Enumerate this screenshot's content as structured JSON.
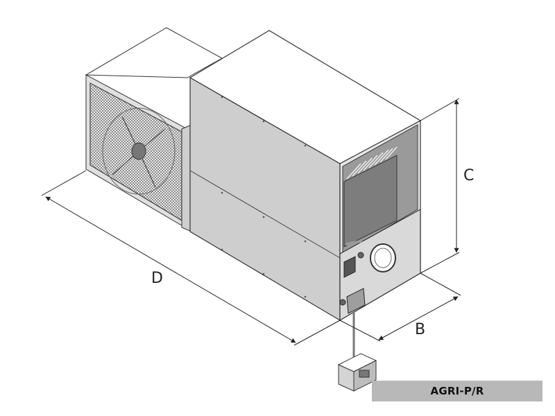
{
  "dimensions": {
    "depth_label": "D",
    "width_label": "B",
    "height_label": "C"
  },
  "model_badge": {
    "text": "AGRI-P/R"
  },
  "colors": {
    "casing_front": "#cfcfcf",
    "casing_side": "#e4e4e4",
    "casing_top": "#ffffff",
    "interior": "#8c8c8c",
    "badge_bg": "#b8b8b8",
    "line": "#333333"
  }
}
